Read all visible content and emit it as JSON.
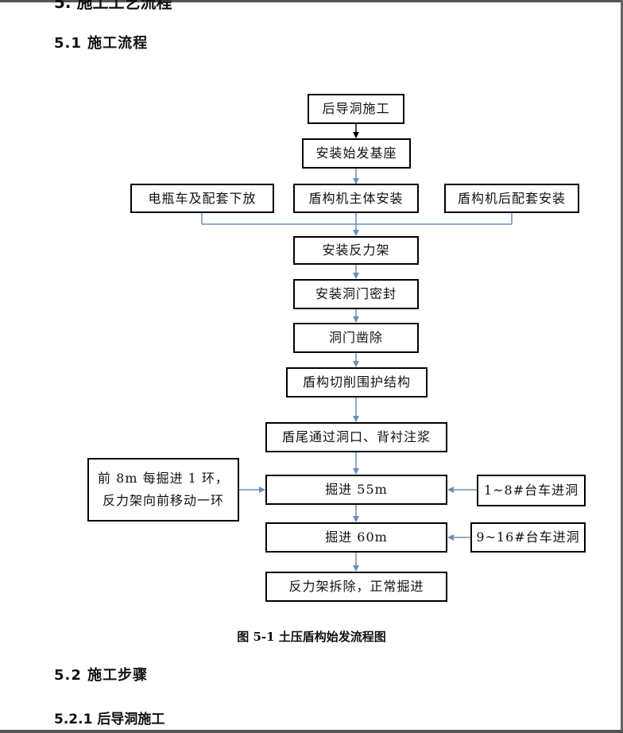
{
  "headings": {
    "clipped_section": "5. 施工工艺流程",
    "s51": "5.1  施工流程",
    "s52": "5.2  施工步骤",
    "s521": "5.2.1 后导洞施工"
  },
  "flowchart": {
    "boxes": {
      "b_houdaodong": "后导洞施工",
      "b_anzhuangshifa": "安装始发基座",
      "b_dianpingche": "电瓶车及配套下放",
      "b_zhuti": "盾构机主体安装",
      "b_houpeitao": "盾构机后配套安装",
      "b_fanlijia": "安装反力架",
      "b_dongmenmifeng": "安装洞门密封",
      "b_zaochu": "洞门凿除",
      "b_qiexue": "盾构切削围护结构",
      "b_dunwei": "盾尾通过洞口、背衬注浆",
      "b_jue55": "掘进 55m",
      "b_jue60": "掘进 60m",
      "b_chaichu": "反力架拆除，正常掘进",
      "b_left_line1": "前 8m 每掘进 1 环，",
      "b_left_line2": "反力架向前移动一环",
      "b_r1": "1~8#台车进洞",
      "b_r2": "9~16#台车进洞"
    },
    "caption": "图 5-1 土压盾构始发流程图"
  },
  "colors": {
    "arrow_blue": "#6a8fb8",
    "arrow_black": "#000000",
    "border": "#000000"
  }
}
